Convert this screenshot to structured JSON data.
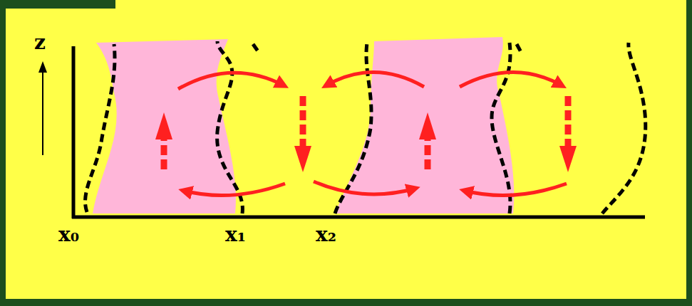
{
  "diagram": {
    "labels": [
      "z",
      "x₀",
      "x₁",
      "x₂"
    ]
  }
}
